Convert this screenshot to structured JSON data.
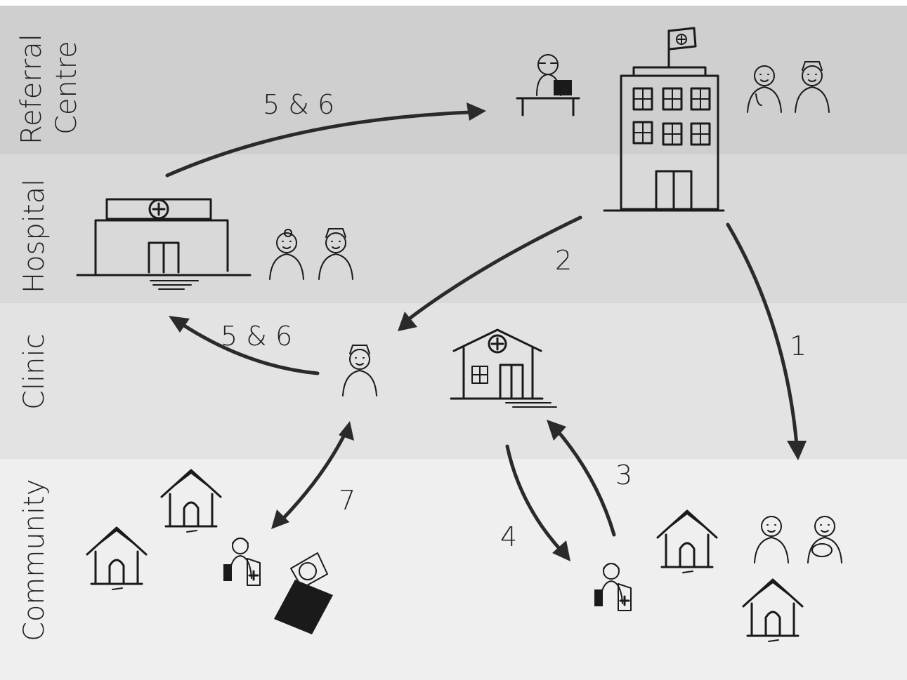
{
  "tiers": {
    "referral": {
      "line1": "Referral",
      "line2": "Centre",
      "color": "#cfcfcf"
    },
    "hospital": {
      "label": "Hospital",
      "color": "#d9d9d9"
    },
    "clinic": {
      "label": "Clinic",
      "color": "#e3e3e3"
    },
    "community": {
      "label": "Community",
      "color": "#efefef"
    }
  },
  "steps": {
    "referral_arrow": "5 & 6",
    "clinic_to_hospital": "5 & 6",
    "step1": "1",
    "step2": "2",
    "step3": "3",
    "step4": "4",
    "step7": "7"
  },
  "icons": [
    "referral-hospital-building-icon",
    "desk-worker-icon",
    "doctor-icon",
    "nurse-icon",
    "hospital-building-icon",
    "clinic-building-icon",
    "hut-icon",
    "health-worker-icon",
    "patient-in-bed-icon",
    "mother-with-baby-icon"
  ]
}
